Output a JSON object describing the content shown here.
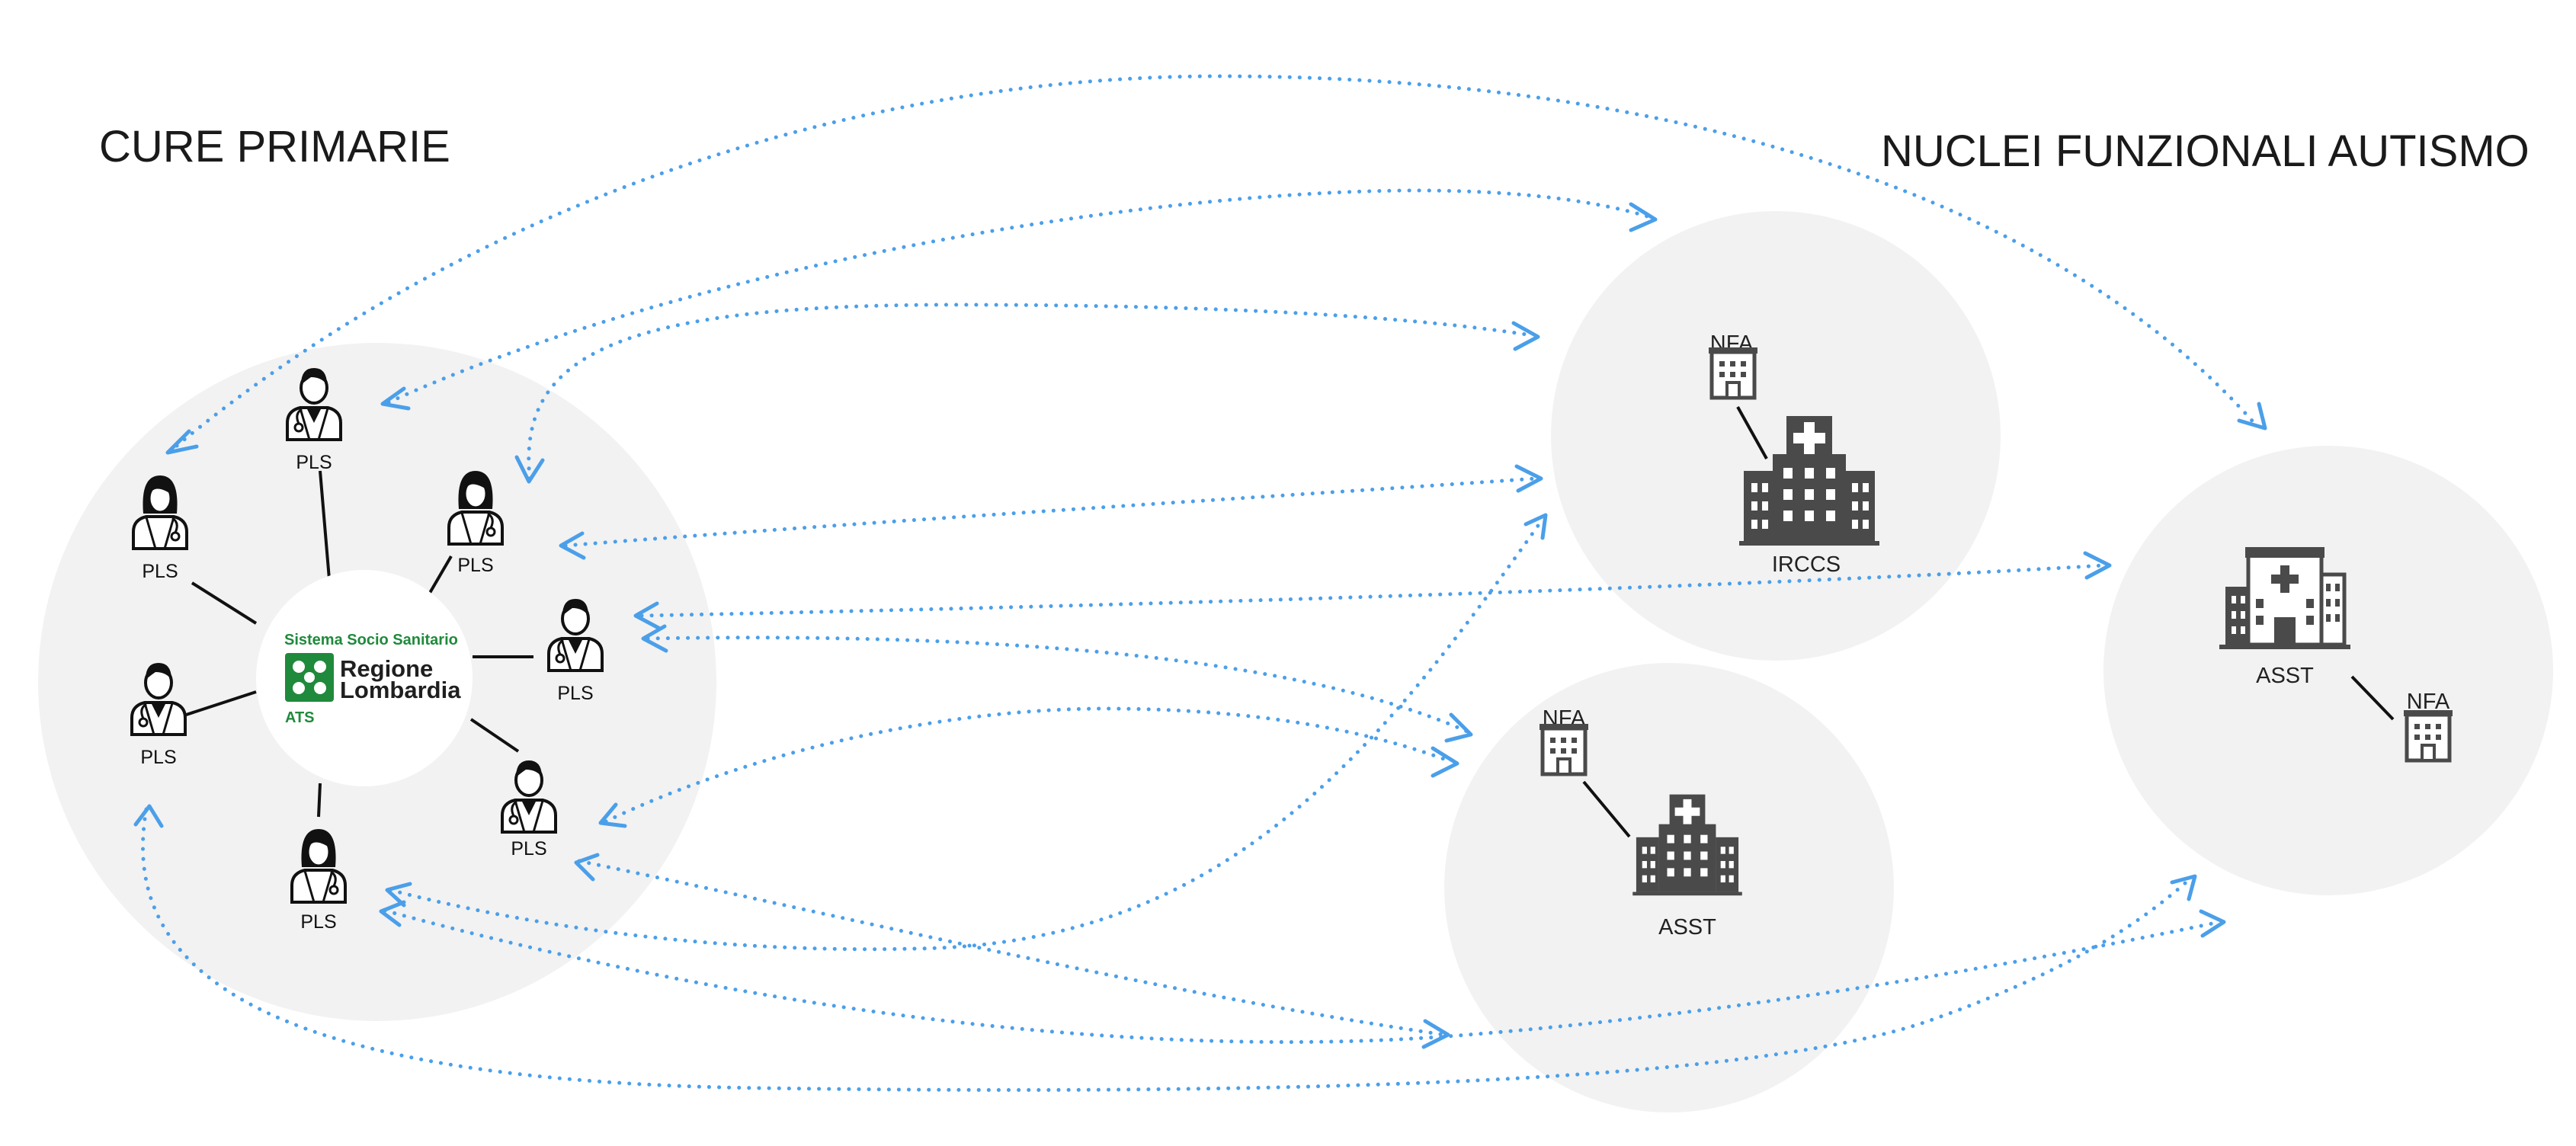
{
  "titles": {
    "left": "CURE PRIMARIE",
    "right": "NUCLEI FUNZIONALI AUTISMO"
  },
  "ats_logo": {
    "line1": "Sistema Socio Sanitario",
    "line2": "Regione",
    "line3": "Lombardia",
    "line4": "ATS",
    "brand_color": "#1f8a3b"
  },
  "pediatricians": [
    {
      "id": "pls-top",
      "label": "PLS",
      "icon": "male-doctor-icon"
    },
    {
      "id": "pls-upper-left",
      "label": "PLS",
      "icon": "female-doctor-icon"
    },
    {
      "id": "pls-upper-right",
      "label": "PLS",
      "icon": "female-doctor-icon"
    },
    {
      "id": "pls-right",
      "label": "PLS",
      "icon": "male-doctor-icon"
    },
    {
      "id": "pls-lower-left",
      "label": "PLS",
      "icon": "male-doctor-icon"
    },
    {
      "id": "pls-lower-right",
      "label": "PLS",
      "icon": "male-doctor-icon"
    },
    {
      "id": "pls-bottom",
      "label": "PLS",
      "icon": "female-doctor-icon"
    }
  ],
  "facilities": [
    {
      "id": "irccs",
      "label": "IRCCS",
      "unit_label": "NFA",
      "icon": "hospital-icon"
    },
    {
      "id": "asst-middle",
      "label": "ASST",
      "unit_label": "NFA",
      "icon": "hospital-icon"
    },
    {
      "id": "asst-right",
      "label": "ASST",
      "unit_label": "NFA",
      "icon": "hospital-complex-icon"
    }
  ],
  "colors": {
    "arrow": "#4b9fe9",
    "zone": "#f2f2f2",
    "icon_dark": "#4a4a4a"
  }
}
